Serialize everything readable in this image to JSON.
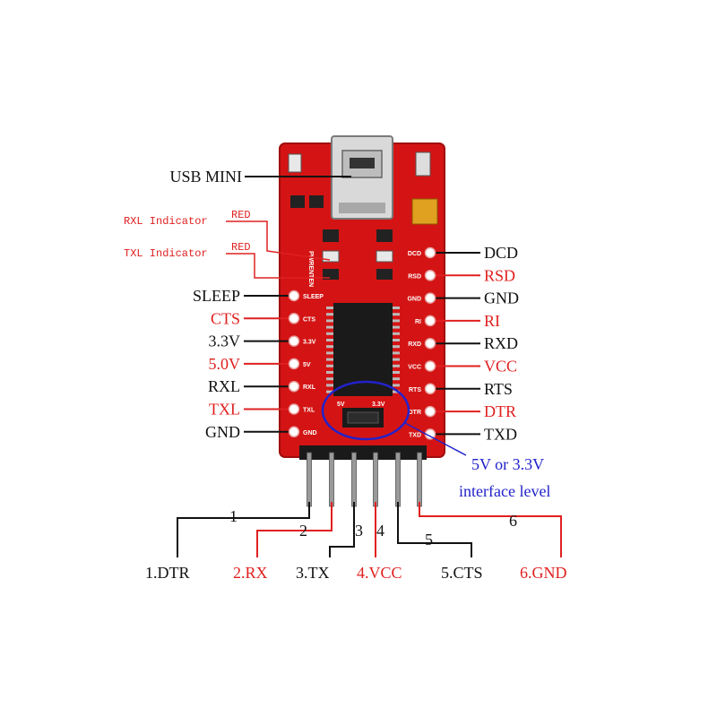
{
  "colors": {
    "black": "#111111",
    "red": "#e02020",
    "blue": "#2222cc",
    "pcb": "#d41414",
    "pcb_dark": "#a00d0d",
    "chip": "#1a1a1a",
    "pin": "#8a8a8a"
  },
  "top_labels": {
    "usb_mini": "USB MINI",
    "rxl_indicator": "RXL Indicator",
    "txl_indicator": "TXL Indicator",
    "red1": "RED",
    "red2": "RED"
  },
  "left_pins": [
    {
      "label": "SLEEP",
      "silk": "SLEEP",
      "color": "black"
    },
    {
      "label": "CTS",
      "silk": "CTS",
      "color": "red"
    },
    {
      "label": "3.3V",
      "silk": "3.3V",
      "color": "black"
    },
    {
      "label": "5.0V",
      "silk": "5V",
      "color": "red"
    },
    {
      "label": "RXL",
      "silk": "RXL",
      "color": "black"
    },
    {
      "label": "TXL",
      "silk": "TXL",
      "color": "red"
    },
    {
      "label": "GND",
      "silk": "GND",
      "color": "black"
    }
  ],
  "right_pins": [
    {
      "label": "DCD",
      "silk": "DCD",
      "color": "black"
    },
    {
      "label": "RSD",
      "silk": "RSD",
      "color": "red"
    },
    {
      "label": "GND",
      "silk": "GND",
      "color": "black"
    },
    {
      "label": "RI",
      "silk": "RI",
      "color": "red"
    },
    {
      "label": "RXD",
      "silk": "RXD",
      "color": "black"
    },
    {
      "label": "VCC",
      "silk": "VCC",
      "color": "red"
    },
    {
      "label": "RTS",
      "silk": "RTS",
      "color": "black"
    },
    {
      "label": "DTR",
      "silk": "DTR",
      "color": "red"
    },
    {
      "label": "TXD",
      "silk": "TXD",
      "color": "black"
    }
  ],
  "jumper": {
    "left": "5V",
    "right": "3.3V",
    "note_line1": "5V or 3.3V",
    "note_line2": "interface level"
  },
  "header_pins": [
    {
      "num": "1",
      "label": "1.DTR",
      "color": "black"
    },
    {
      "num": "2",
      "label": "2.RX",
      "color": "red"
    },
    {
      "num": "3",
      "label": "3.TX",
      "color": "black"
    },
    {
      "num": "4",
      "label": "4.VCC",
      "color": "red"
    },
    {
      "num": "5",
      "label": "5.CTS",
      "color": "black"
    },
    {
      "num": "6",
      "label": "6.GND",
      "color": "red"
    }
  ]
}
